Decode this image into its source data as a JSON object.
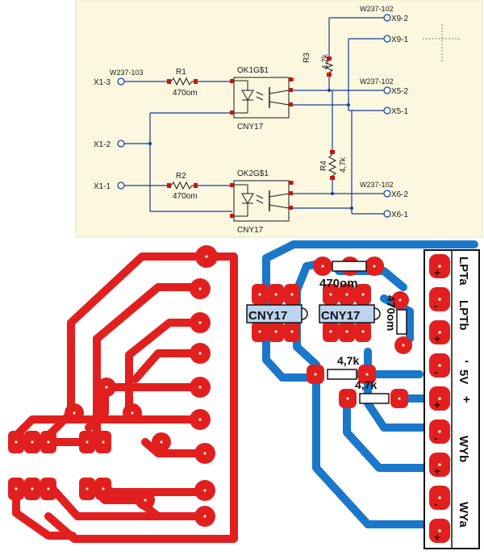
{
  "colors": {
    "schematic_bg": "#fbf8df",
    "wire": "#1a3b9a",
    "pin": "#cc1111",
    "copper_red": "#e21f1f",
    "copper_blue": "#1a77c9",
    "silk": "#111111"
  },
  "schematic": {
    "labels": {
      "x1_3": "X1-3",
      "x1_2": "X1-2",
      "x1_1": "X1-1",
      "cable_in": "W237-103",
      "r1": "R1",
      "r1_val": "470om",
      "r2": "R2",
      "r2_val": "470om",
      "u1_ref": "OK1G$1",
      "u1_name": "CNY17",
      "u2_ref": "OK2G$1",
      "u2_name": "CNY17",
      "r3": "R3",
      "r3_val": "4,7k",
      "r4": "R4",
      "r4_val": "4,7k",
      "cable_x9": "W237-102",
      "x9_2": "X9-2",
      "x9_1": "X9-1",
      "cable_x5": "W237-102",
      "x5_2": "X5-2",
      "x5_1": "X5-1",
      "cable_x6": "W237-102",
      "x6_2": "X6-2",
      "x6_1": "X6-1"
    }
  },
  "pcb": {
    "cny17_a": "CNY17",
    "cny17_b": "CNY17",
    "res_470_h": "470om",
    "res_470_v": "470om",
    "res_47k_a": "4,7k",
    "res_47k_b": "4,7k",
    "connector_labels": [
      "LPTa",
      "LPTb",
      "5V",
      "WYb",
      "WYa"
    ],
    "signs": [
      "+",
      "-",
      "+",
      "-",
      "+",
      "-",
      "+",
      "-",
      "+"
    ]
  }
}
